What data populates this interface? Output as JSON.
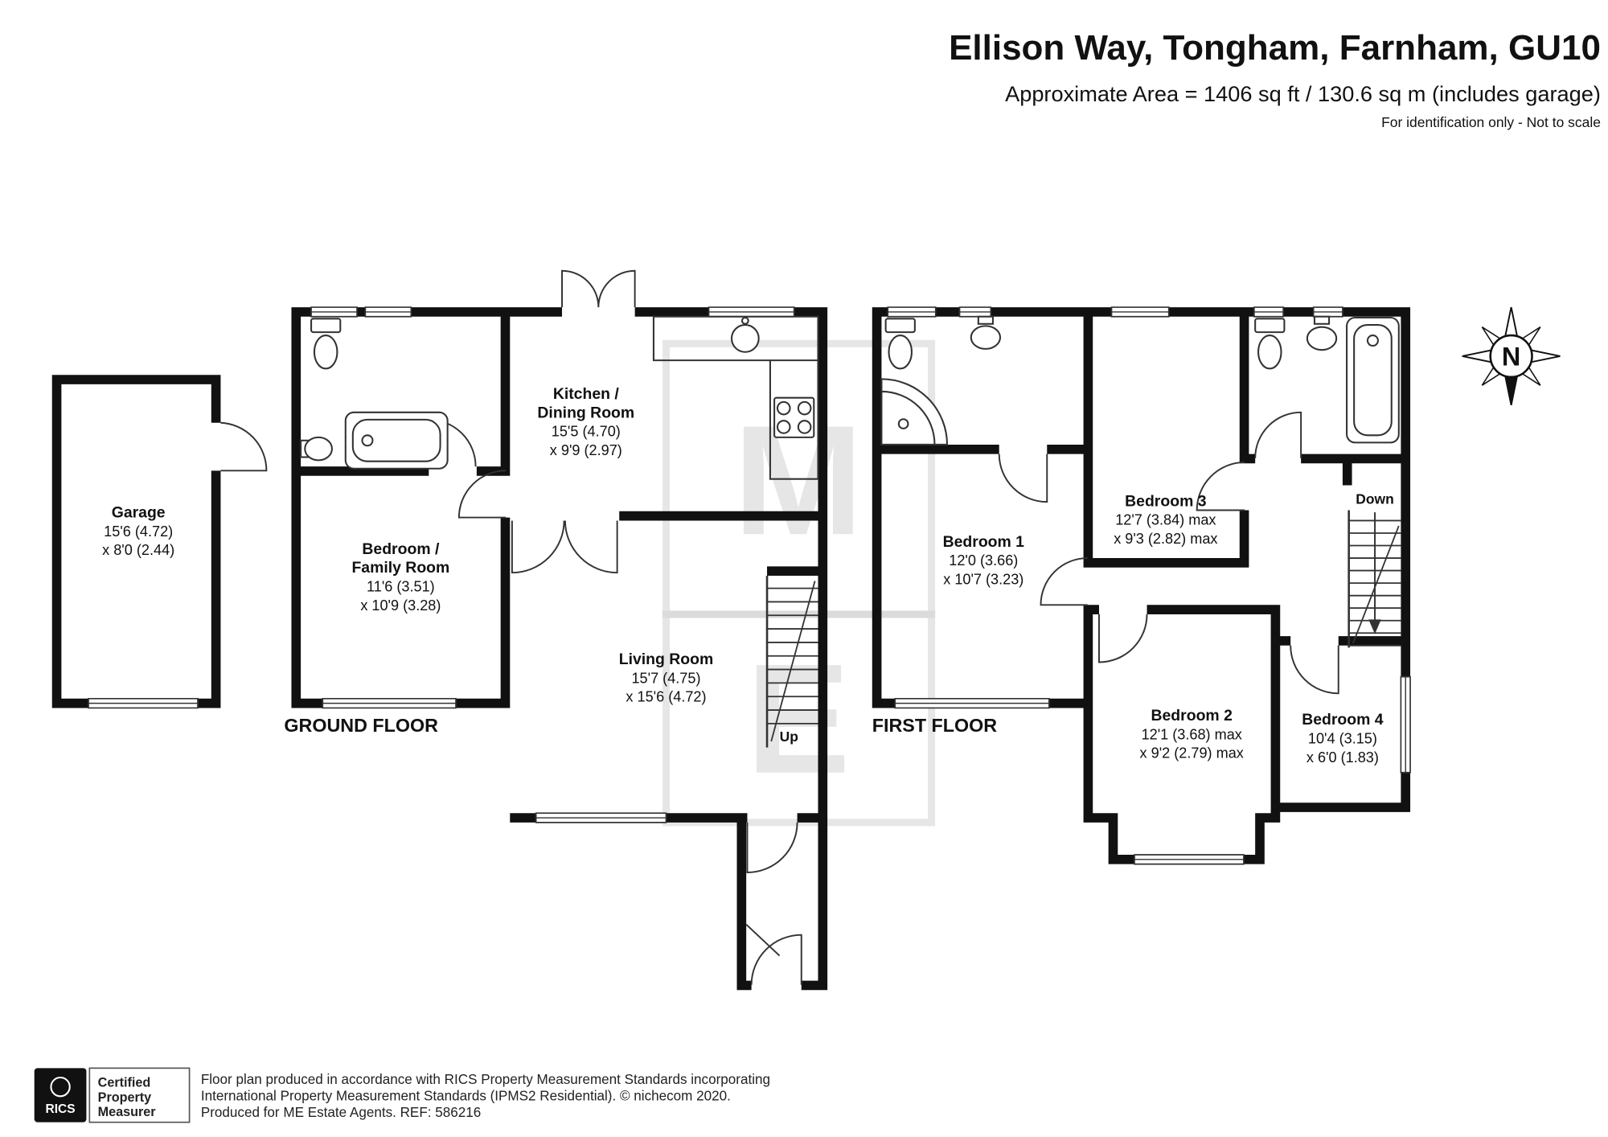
{
  "header": {
    "title": "Ellison Way, Tongham, Farnham, GU10",
    "subtitle": "Approximate Area = 1406 sq ft / 130.6 sq m (includes garage)",
    "disclaimer": "For identification only - Not to scale"
  },
  "ground_floor": {
    "label": "GROUND FLOOR",
    "stairs_label": "Up",
    "garage": {
      "name": "Garage",
      "dim1": "15'6 (4.72)",
      "dim2": "x 8'0 (2.44)"
    },
    "bedroom_family": {
      "name1": "Bedroom /",
      "name2": "Family Room",
      "dim1": "11'6 (3.51)",
      "dim2": "x 10'9 (3.28)"
    },
    "kitchen_dining": {
      "name1": "Kitchen /",
      "name2": "Dining Room",
      "dim1": "15'5 (4.70)",
      "dim2": "x 9'9 (2.97)"
    },
    "living_room": {
      "name": "Living Room",
      "dim1": "15'7 (4.75)",
      "dim2": "x 15'6 (4.72)"
    }
  },
  "first_floor": {
    "label": "FIRST FLOOR",
    "stairs_label": "Down",
    "bedroom1": {
      "name": "Bedroom 1",
      "dim1": "12'0 (3.66)",
      "dim2": "x 10'7 (3.23)"
    },
    "bedroom2": {
      "name": "Bedroom 2",
      "dim1": "12'1 (3.68) max",
      "dim2": "x 9'2 (2.79) max"
    },
    "bedroom3": {
      "name": "Bedroom 3",
      "dim1": "12'7 (3.84) max",
      "dim2": "x 9'3 (2.82) max"
    },
    "bedroom4": {
      "name": "Bedroom 4",
      "dim1": "10'4 (3.15)",
      "dim2": "x 6'0 (1.83)"
    }
  },
  "compass": {
    "north": "N"
  },
  "watermark": {
    "letter1": "M",
    "letter2": "E"
  },
  "footer": {
    "rics": "RICS",
    "badge": [
      "Certified",
      "Property",
      "Measurer"
    ],
    "lines": [
      "Floor plan produced in accordance with RICS Property Measurement Standards incorporating",
      "International Property Measurement Standards (IPMS2 Residential).   © nichecom 2020.",
      "Produced for ME Estate Agents.   REF: 586216"
    ]
  }
}
